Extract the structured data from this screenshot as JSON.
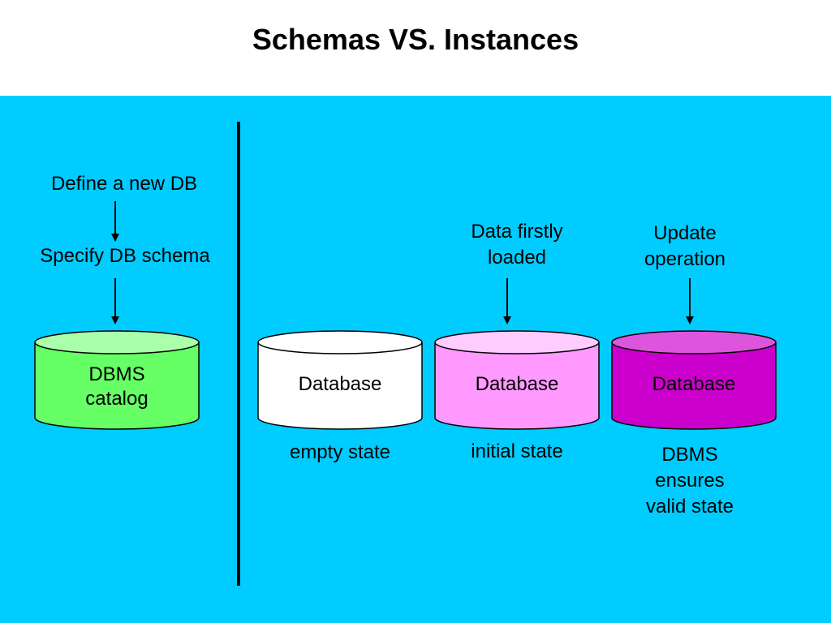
{
  "title": "Schemas VS. Instances",
  "colors": {
    "panel_background": "#00ccff",
    "catalog_fill": "#66ff66",
    "catalog_top": "#aaffaa",
    "empty_db_fill": "#ffffff",
    "initial_db_fill": "#ff99ff",
    "initial_db_top": "#ffccff",
    "valid_db_fill": "#cc00cc",
    "valid_db_top": "#dd55dd"
  },
  "schema_side": {
    "step1": "Define a new DB",
    "step2": "Specify DB schema",
    "catalog_line1": "DBMS",
    "catalog_line2": "catalog"
  },
  "instance_side": {
    "database_label": "Database",
    "empty_state": "empty state",
    "data_firstly_loaded_line1": "Data firstly",
    "data_firstly_loaded_line2": "loaded",
    "initial_state": "initial state",
    "update_operation_line1": "Update",
    "update_operation_line2": "operation",
    "valid_state_line1": "DBMS",
    "valid_state_line2": "ensures",
    "valid_state_line3": "valid state"
  }
}
